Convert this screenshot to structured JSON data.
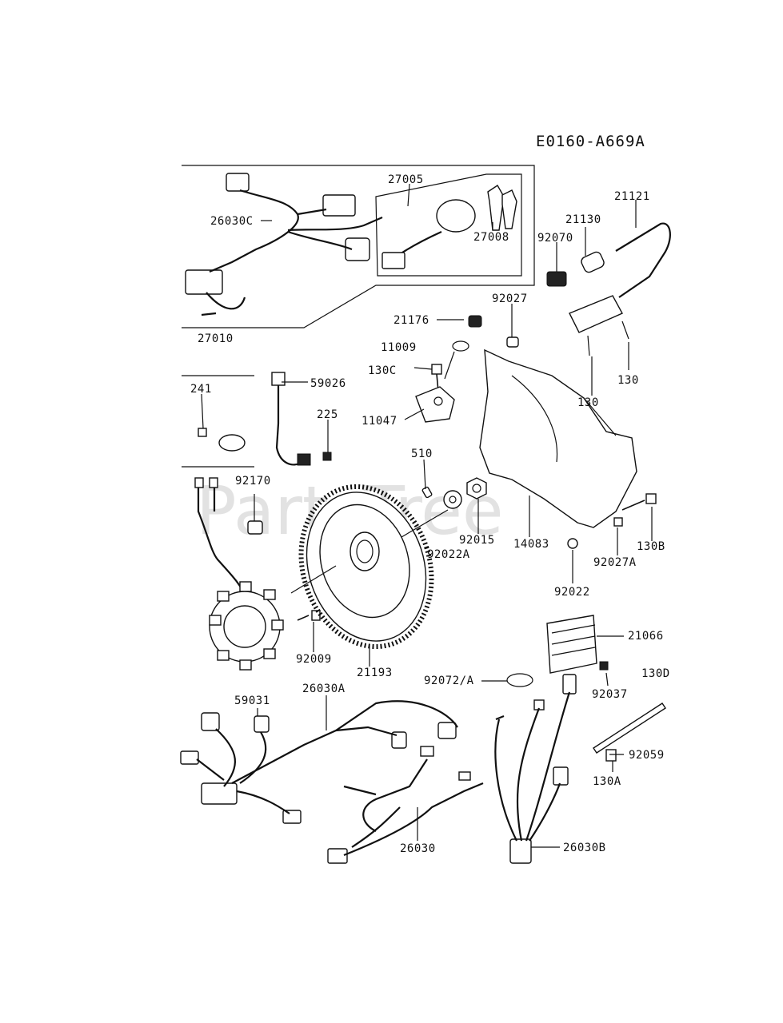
{
  "diagram_code": "E0160-A669A",
  "watermark": "PartsTree",
  "parts": {
    "p27005": "27005",
    "p21121": "21121",
    "p21130": "21130",
    "p92070": "92070",
    "p26030C": "26030C",
    "p27008": "27008",
    "p92027": "92027",
    "p21176": "21176",
    "p27010": "27010",
    "p11009": "11009",
    "p130C": "130C",
    "p130a": "130",
    "p130b": "130",
    "p59026": "59026",
    "p241": "241",
    "p225": "225",
    "p11047": "11047",
    "p510": "510",
    "p92170": "92170",
    "p92015": "92015",
    "p14083": "14083",
    "p130B": "130B",
    "p92022A": "92022A",
    "p92027A": "92027A",
    "p92022": "92022",
    "p21066": "21066",
    "p92009": "92009",
    "p21193": "21193",
    "p130D": "130D",
    "p92072A": "92072/A",
    "p92037": "92037",
    "p59031": "59031",
    "p26030A": "26030A",
    "p92059": "92059",
    "p130A": "130A",
    "p26030": "26030",
    "p26030B": "26030B"
  }
}
